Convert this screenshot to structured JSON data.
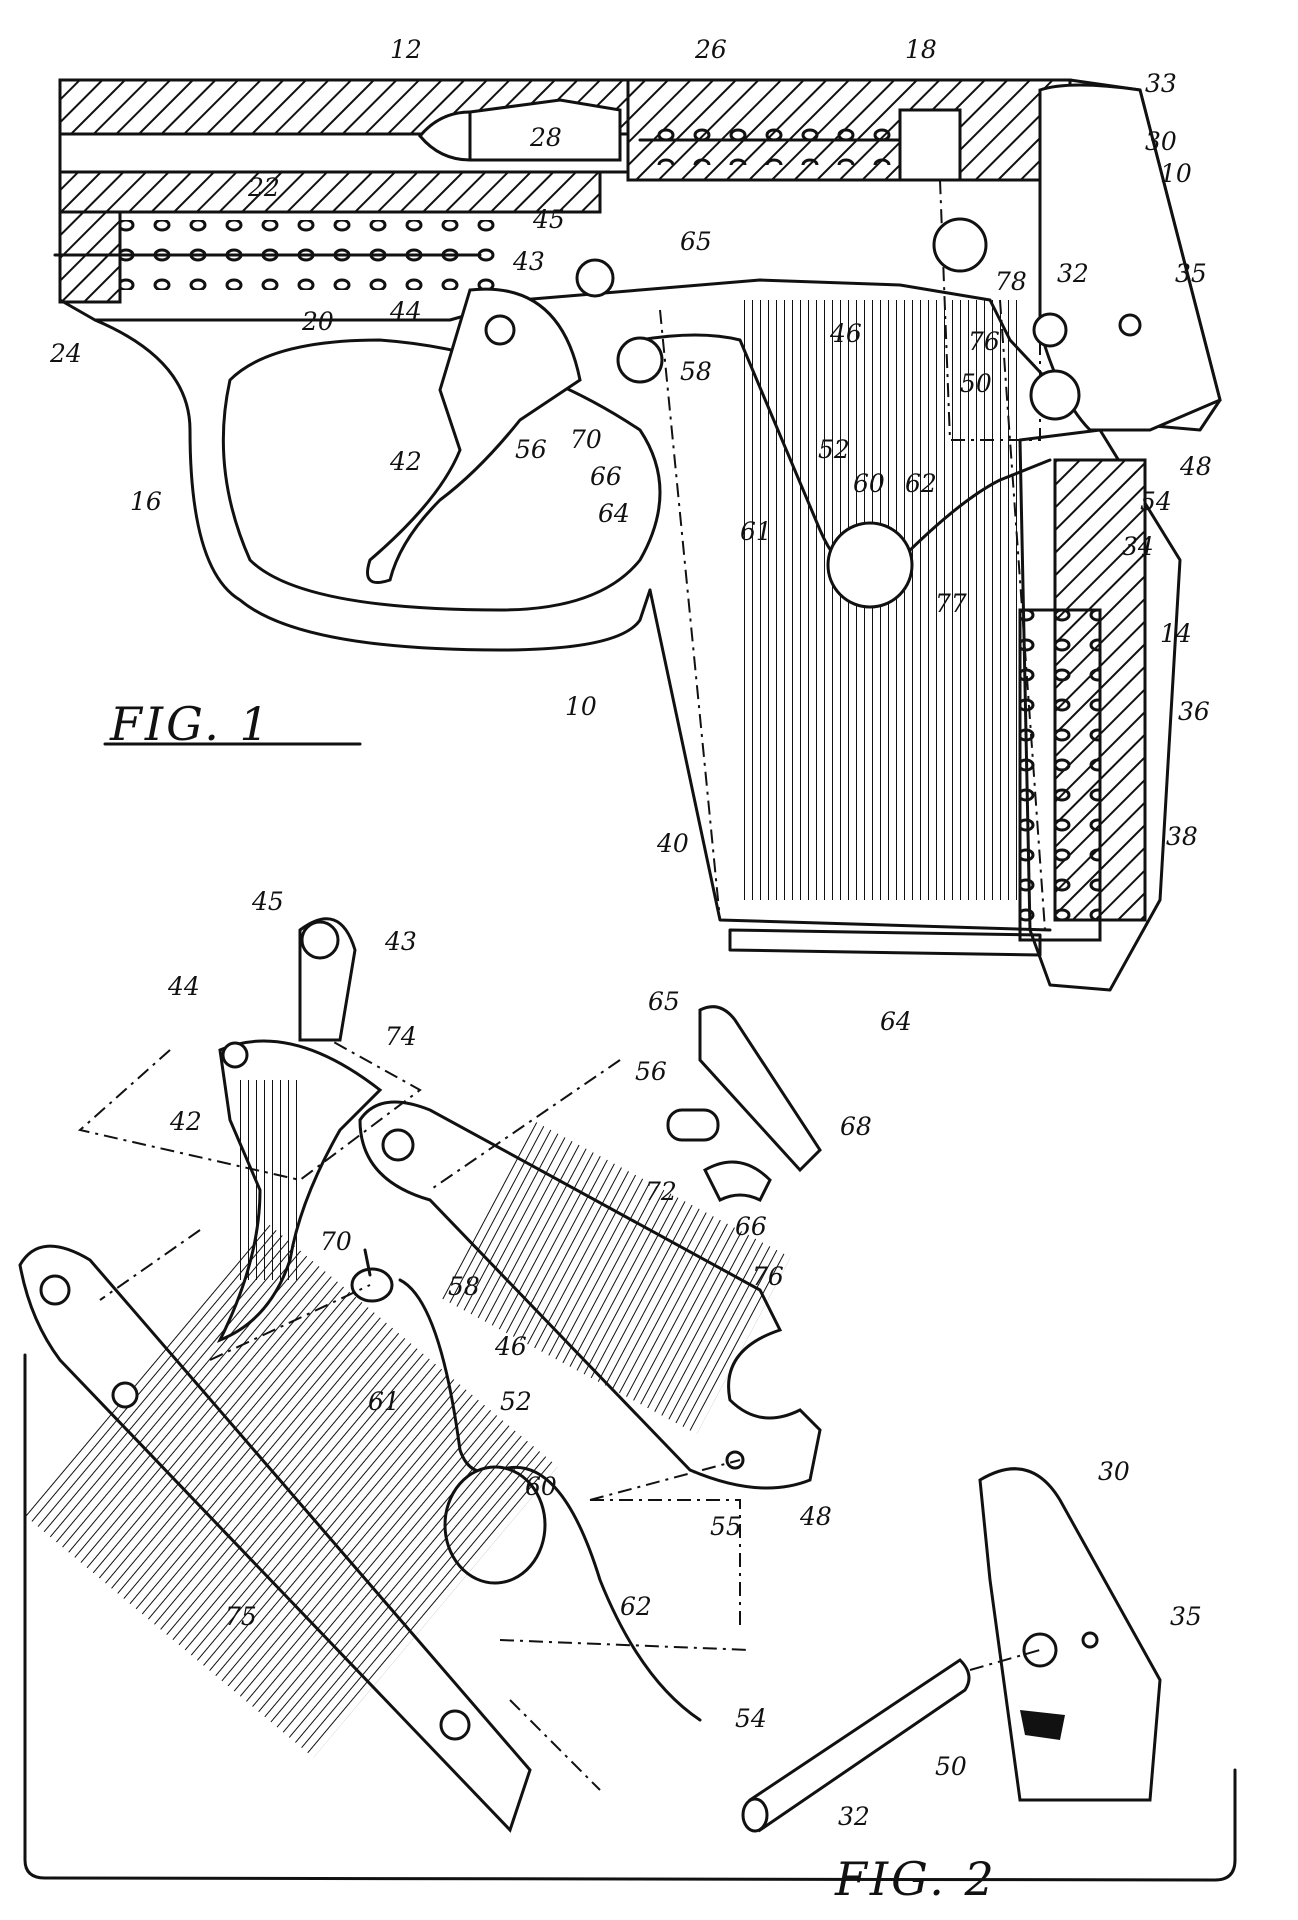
{
  "figures": [
    {
      "id": "fig1",
      "caption": "FIG. 1"
    },
    {
      "id": "fig2",
      "caption": "FIG. 2"
    }
  ],
  "fig1_labels": {
    "l12": "12",
    "l26": "26",
    "l18": "18",
    "l33": "33",
    "l30": "30",
    "l10a": "10",
    "l28": "28",
    "l22": "22",
    "l20": "20",
    "l24": "24",
    "l45": "45",
    "l43": "43",
    "l65": "65",
    "l44": "44",
    "l46": "46",
    "l78": "78",
    "l32": "32",
    "l35": "35",
    "l76": "76",
    "l50": "50",
    "l58": "58",
    "l56": "56",
    "l70": "70",
    "l66": "66",
    "l64": "64",
    "l42": "42",
    "l16": "16",
    "l52": "52",
    "l60": "60",
    "l62": "62",
    "l61": "61",
    "l48": "48",
    "l54": "54",
    "l34": "34",
    "l77": "77",
    "l14": "14",
    "l36": "36",
    "l10b": "10",
    "l40": "40",
    "l38": "38"
  },
  "fig2_labels": {
    "l45": "45",
    "l43": "43",
    "l44": "44",
    "l74": "74",
    "l42": "42",
    "l65": "65",
    "l64": "64",
    "l56": "56",
    "l68": "68",
    "l72": "72",
    "l66": "66",
    "l70": "70",
    "l58": "58",
    "l76": "76",
    "l46": "46",
    "l61": "61",
    "l52": "52",
    "l60": "60",
    "l55": "55",
    "l48": "48",
    "l30": "30",
    "l75": "75",
    "l62": "62",
    "l35": "35",
    "l54": "54",
    "l50": "50",
    "l32": "32"
  }
}
